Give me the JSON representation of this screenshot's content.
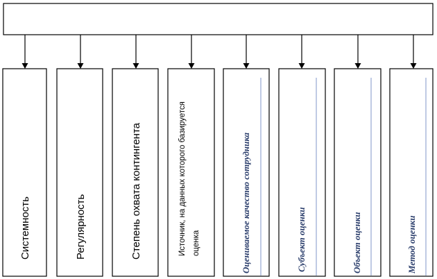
{
  "header": {
    "title": ""
  },
  "items": [
    {
      "label": "Системность"
    },
    {
      "label": "Регулярность"
    },
    {
      "label": "Степень охвата контингента"
    },
    {
      "label_line1": "Источник, на данных которого базируется",
      "label_line2": "оценка"
    },
    {
      "label": "Оцениваемое качество сотрудника"
    },
    {
      "label": "Субъект оценки"
    },
    {
      "label": "Объект оценки"
    },
    {
      "label": "Метод оценки"
    }
  ]
}
